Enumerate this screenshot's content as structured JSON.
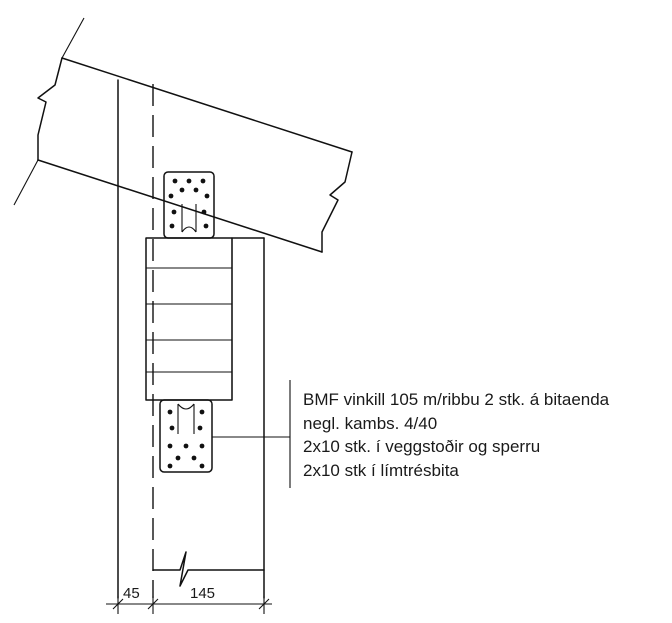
{
  "annotation": {
    "lines": [
      "BMF vinkill 105 m/ribbu 2 stk. á bitaenda",
      "negl. kambs. 4/40",
      "2x10 stk. í veggstoðir og sperru",
      "2x10 stk í límtrésbita"
    ]
  },
  "dimensions": {
    "left": "45",
    "right": "145"
  }
}
